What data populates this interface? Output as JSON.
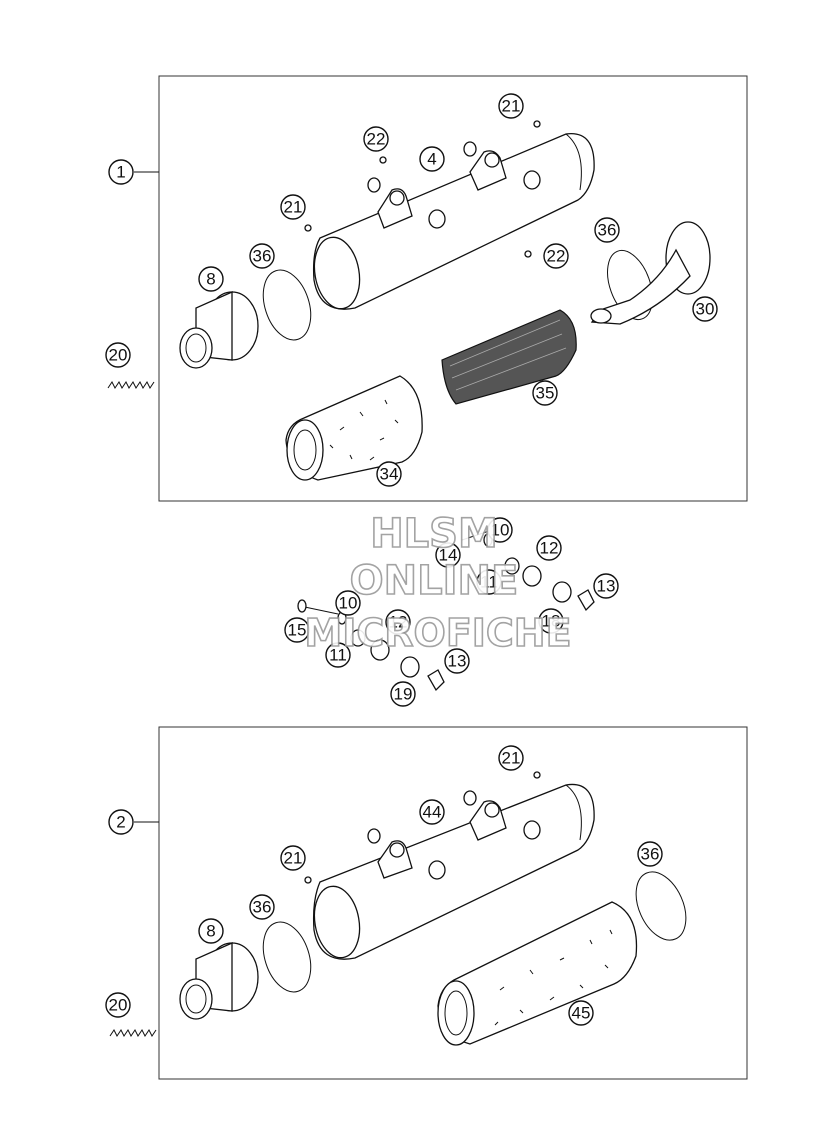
{
  "watermark": {
    "line1": "HLSM",
    "line2": "ONLINE",
    "line3": "MICROFICHE"
  },
  "assemblies": [
    {
      "label": "1"
    },
    {
      "label": "2"
    }
  ],
  "callouts": {
    "a1_21_top": "21",
    "a1_22_top": "22",
    "a1_4": "4",
    "a1_21_left": "21",
    "a1_36_left": "36",
    "a1_8": "8",
    "a1_36_right": "36",
    "a1_22_right": "22",
    "a1_30": "30",
    "a1_35": "35",
    "a1_34": "34",
    "a1_20": "20",
    "m_10_top": "10",
    "m_14": "14",
    "m_12_top": "12",
    "m_11_top": "11",
    "m_13_right": "13",
    "m_18": "18",
    "m_10_left": "10",
    "m_15": "15",
    "m_12_left": "12",
    "m_11_left": "11",
    "m_13_bottom": "13",
    "m_19": "19",
    "a2_21_top": "21",
    "a2_44": "44",
    "a2_21_left": "21",
    "a2_36_left": "36",
    "a2_8": "8",
    "a2_36_right": "36",
    "a2_45": "45",
    "a2_20": "20"
  }
}
